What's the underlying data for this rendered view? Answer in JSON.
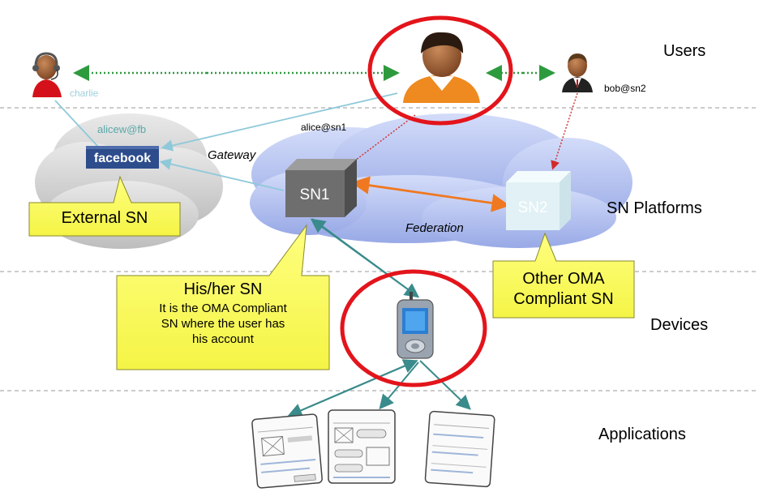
{
  "layers": {
    "users": "Users",
    "platforms": "SN Platforms",
    "devices": "Devices",
    "applications": "Applications"
  },
  "labels": {
    "charlie": "charlie",
    "bob": "bob@sn2",
    "alice_fb": "alicew@fb",
    "alice_sn1": "alice@sn1",
    "facebook": "facebook",
    "gateway": "Gateway",
    "federation": "Federation",
    "sn1": "SN1",
    "sn2": "SN2"
  },
  "callouts": {
    "external": "External SN",
    "his_title": "His/her SN",
    "his_line1": "It is the OMA Compliant",
    "his_line2": "SN where the user has",
    "his_line3": "his account",
    "other_line1": "Other OMA",
    "other_line2": "Compliant SN"
  },
  "colors": {
    "callout_fill": "#ffff66",
    "cloud_fill": "#b9c6f2",
    "fb_cloud_fill": "#d6d6d6",
    "highlight_ring": "#e3141b",
    "federation_link": "#f07820",
    "user_link": "#2e9a3e",
    "dotted_red": "#d22a2a",
    "gateway_link": "#8fc9d9",
    "device_link": "#3a8b8b"
  }
}
